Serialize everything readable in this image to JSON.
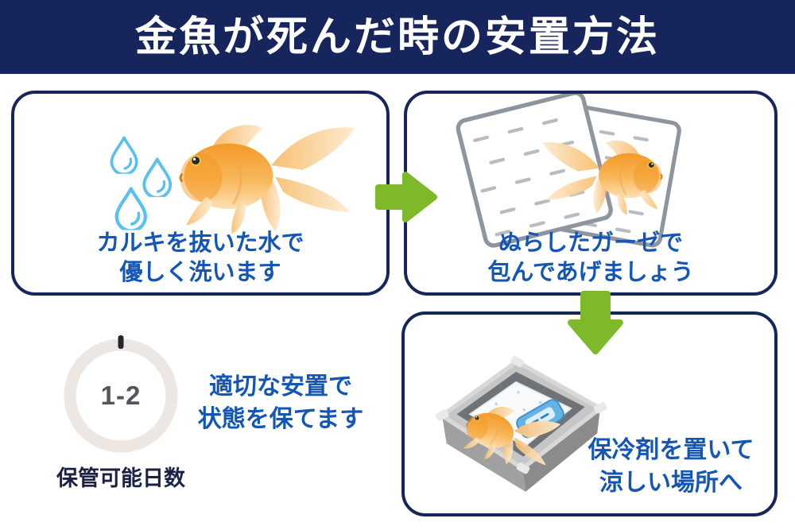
{
  "title": "金魚が死んだ時の安置方法",
  "steps": {
    "step1": {
      "line1": "カルキを抜いた水で",
      "line2": "優しく洗います",
      "illustration": "goldfish-with-water-drops"
    },
    "step2": {
      "line1": "ぬらしたガーゼで",
      "line2": "包んであげましょう",
      "illustration": "goldfish-wrapped-in-gauze"
    },
    "step3": {
      "line1": "保冷剤を置いて",
      "line2": "涼しい場所へ",
      "illustration": "goldfish-in-tray-with-ice-pack"
    }
  },
  "storage": {
    "value_label": "1-2",
    "caption": "保管可能日数",
    "note_line1": "適切な安置で",
    "note_line2": "状態を保てます"
  },
  "colors": {
    "banner_navy": "#16265c",
    "panel_border_navy": "#16265c",
    "text_blue": "#1456b4",
    "arrow_green": "#7db92a",
    "drop_blue": "#5ac0ee",
    "donut_ring": "#ece7e2",
    "donut_tick": "#23252c",
    "donut_value_gray": "#53565b",
    "caption_dark": "#1b2145",
    "goldfish_orange": "#f49a29"
  },
  "chart_data": {
    "type": "donut",
    "value_label": "1-2",
    "caption": "保管可能日数",
    "tick_position": "top",
    "ring_color": "#ece7e2",
    "tick_color": "#23252c"
  }
}
